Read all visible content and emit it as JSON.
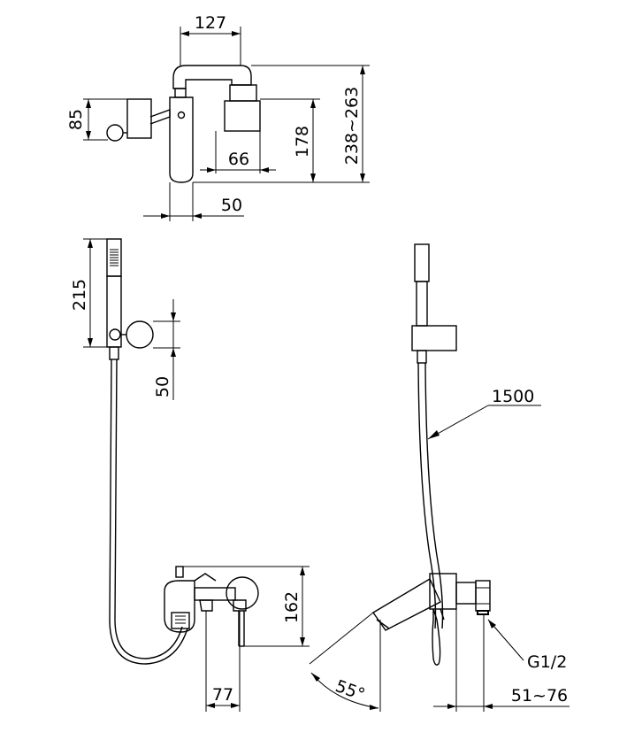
{
  "dimensions": {
    "top_width_127": "127",
    "top_height_85": "85",
    "top_height_178": "178",
    "top_height_238_263": "238~263",
    "top_width_66": "66",
    "top_width_50": "50",
    "front_height_215": "215",
    "front_height_50": "50",
    "front_height_162": "162",
    "front_width_77": "77",
    "side_hose_length": "1500",
    "side_angle": "55°",
    "side_thread": "G1/2",
    "side_width_51_76": "51~76"
  }
}
